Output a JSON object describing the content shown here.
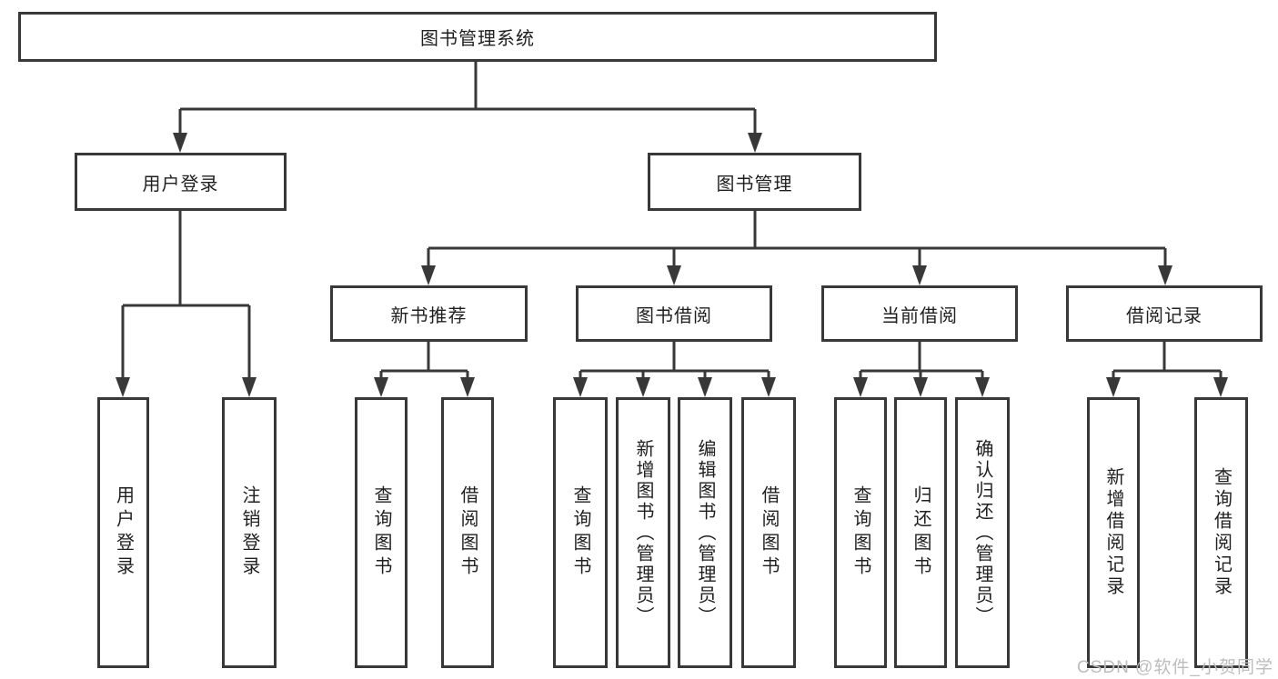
{
  "diagram": {
    "root_label": "图书管理系统",
    "branches": [
      {
        "label": "用户登录",
        "children": [
          "用户登录",
          "注销登录"
        ]
      },
      {
        "label": "图书管理",
        "groups": [
          {
            "label": "新书推荐",
            "children": [
              "查询图书",
              "借阅图书"
            ]
          },
          {
            "label": "图书借阅",
            "children": [
              "查询图书",
              "新增图书（管理员）",
              "编辑图书（管理员）",
              "借阅图书"
            ]
          },
          {
            "label": "当前借阅",
            "children": [
              "查询图书",
              "归还图书",
              "确认归还（管理员）"
            ]
          },
          {
            "label": "借阅记录",
            "children": [
              "新增借阅记录",
              "查询借阅记录"
            ]
          }
        ]
      }
    ],
    "stroke_color": "#383838",
    "text_color": "#1f1f1f",
    "background_color": "#ffffff"
  },
  "watermark": {
    "text": "CSDN @软件_小贺同学",
    "color": "#bdbdbd"
  }
}
